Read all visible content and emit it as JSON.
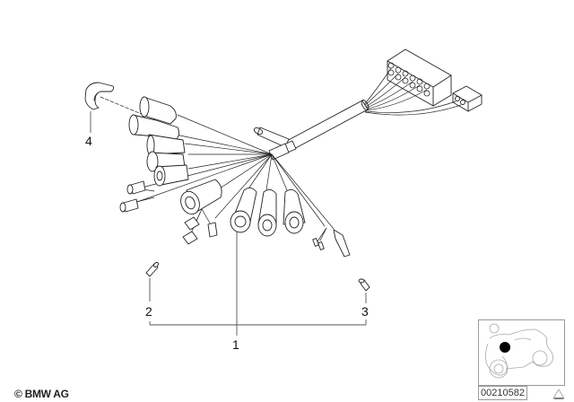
{
  "diagram": {
    "title": "Wiring harness exploded parts diagram",
    "callouts": [
      {
        "id": "1",
        "label": "1",
        "part": "wiring harness"
      },
      {
        "id": "2",
        "label": "2",
        "part": "bulb plug (left)"
      },
      {
        "id": "3",
        "label": "3",
        "part": "bulb plug (right)"
      },
      {
        "id": "4",
        "label": "4",
        "part": "clip cap"
      }
    ],
    "copyright": "© BMW AG",
    "document_number": "00210582",
    "thumbnail": {
      "subject": "motorcycle-icon",
      "marker_color": "#000000"
    }
  },
  "colors": {
    "line": "#222222",
    "leader": "#555555",
    "frame": "#9a9a9a",
    "background": "#ffffff"
  }
}
